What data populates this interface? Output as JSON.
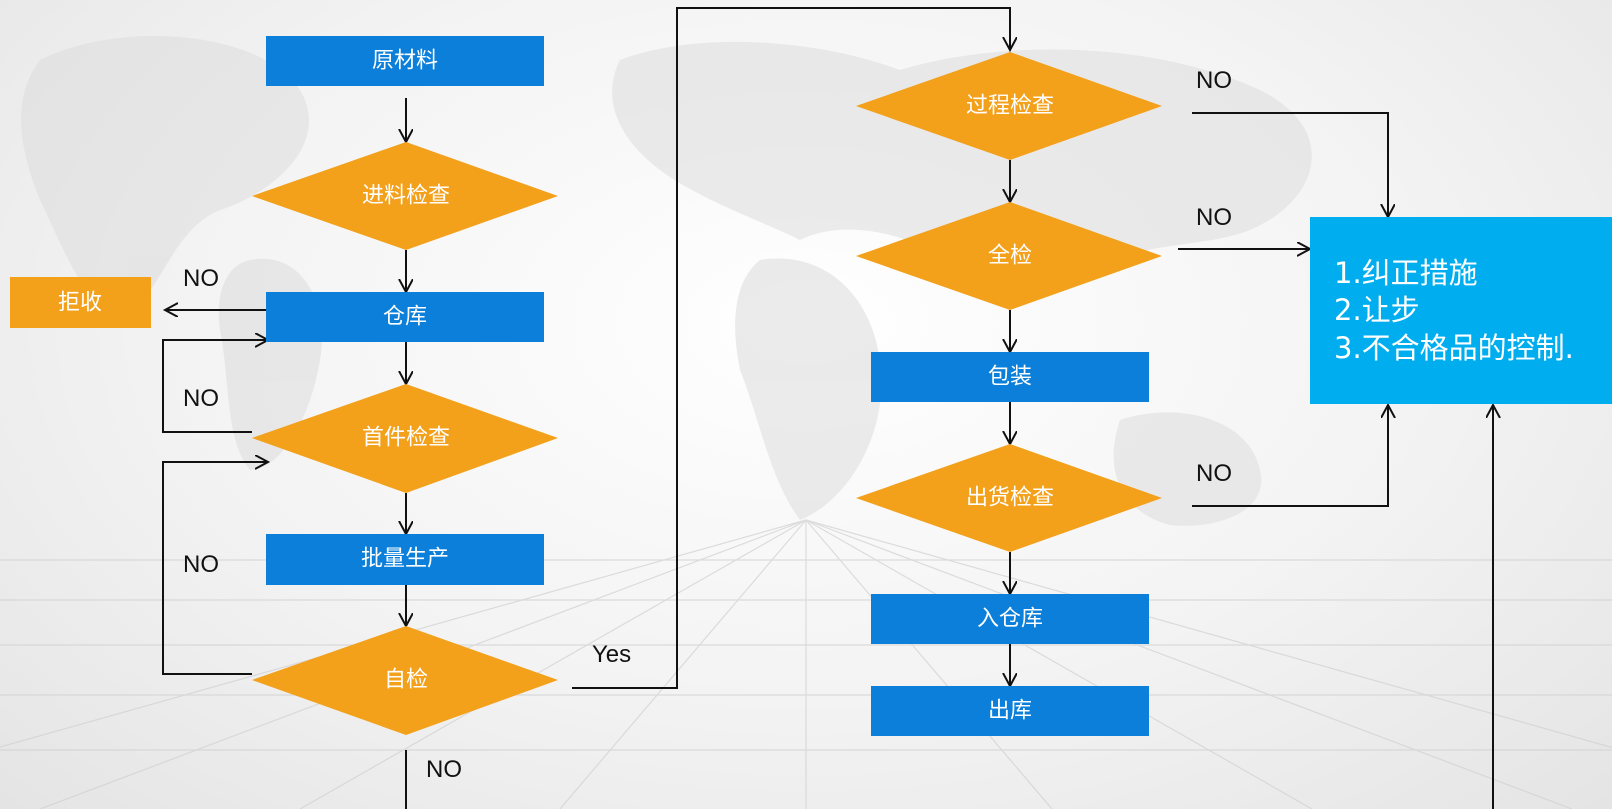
{
  "colors": {
    "process": "#0B7FD9",
    "decision": "#F3A01B",
    "reject": "#F3A01B",
    "action": "#00AEEF",
    "line": "#111111"
  },
  "nodes": {
    "raw_material": "原材料",
    "incoming_inspection": "进料检查",
    "reject": "拒收",
    "warehouse": "仓库",
    "first_article": "首件检查",
    "mass_production": "批量生产",
    "self_inspection": "自检",
    "process_inspection": "过程检查",
    "full_inspection": "全检",
    "packaging": "包装",
    "shipment_inspection": "出货检查",
    "warehousing": "入仓库",
    "outbound": "出库"
  },
  "action_box": {
    "lines": [
      "1.纠正措施",
      "2.让步",
      "3.不合格品的控制."
    ]
  },
  "labels": {
    "no_reject": "NO",
    "no_warehouse_loop": "NO",
    "no_production_loop": "NO",
    "no_self_down": "NO",
    "yes_self": "Yes",
    "no_process": "NO",
    "no_full": "NO",
    "no_shipment": "NO"
  }
}
